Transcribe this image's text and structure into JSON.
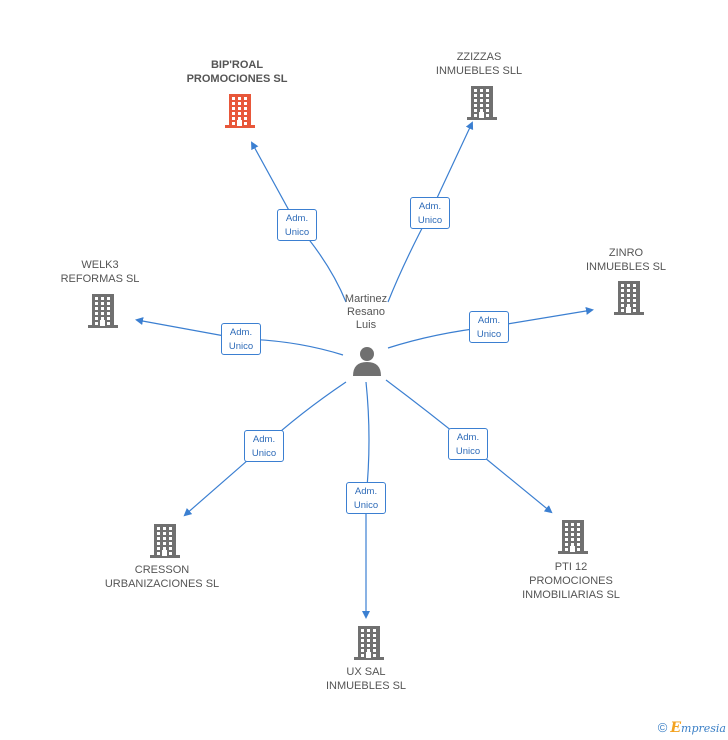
{
  "center": {
    "name_lines": [
      "Martinez",
      "Resano",
      "Luis"
    ],
    "icon": "person-icon"
  },
  "companies": [
    {
      "id": "biproal",
      "lines": [
        "BIP'ROAL",
        "PROMOCIONES SL"
      ],
      "highlight": true,
      "color": "#e8573a",
      "relation": [
        "Adm.",
        "Unico"
      ]
    },
    {
      "id": "zzizzas",
      "lines": [
        "ZZIZZAS",
        "INMUEBLES SLL"
      ],
      "highlight": false,
      "color": "#707070",
      "relation": [
        "Adm.",
        "Unico"
      ]
    },
    {
      "id": "zinro",
      "lines": [
        "ZINRO",
        "INMUEBLES SL"
      ],
      "highlight": false,
      "color": "#707070",
      "relation": [
        "Adm.",
        "Unico"
      ]
    },
    {
      "id": "pti12",
      "lines": [
        "PTI 12",
        "PROMOCIONES",
        "INMOBILIARIAS SL"
      ],
      "highlight": false,
      "color": "#707070",
      "relation": [
        "Adm.",
        "Unico"
      ]
    },
    {
      "id": "uxsal",
      "lines": [
        "UX SAL",
        "INMUEBLES SL"
      ],
      "highlight": false,
      "color": "#707070",
      "relation": [
        "Adm.",
        "Unico"
      ]
    },
    {
      "id": "cresson",
      "lines": [
        "CRESSON",
        "URBANIZACIONES SL"
      ],
      "highlight": false,
      "color": "#707070",
      "relation": [
        "Adm.",
        "Unico"
      ]
    },
    {
      "id": "welk3",
      "lines": [
        "WELK3",
        "REFORMAS  SL"
      ],
      "highlight": false,
      "color": "#707070",
      "relation": [
        "Adm.",
        "Unico"
      ]
    }
  ],
  "colors": {
    "edge": "#3b7fd1",
    "building": "#707070",
    "building_highlight": "#e8573a",
    "person": "#707070"
  },
  "footer": {
    "copyright": "©",
    "brand_first": "E",
    "brand_rest": "mpresia"
  }
}
